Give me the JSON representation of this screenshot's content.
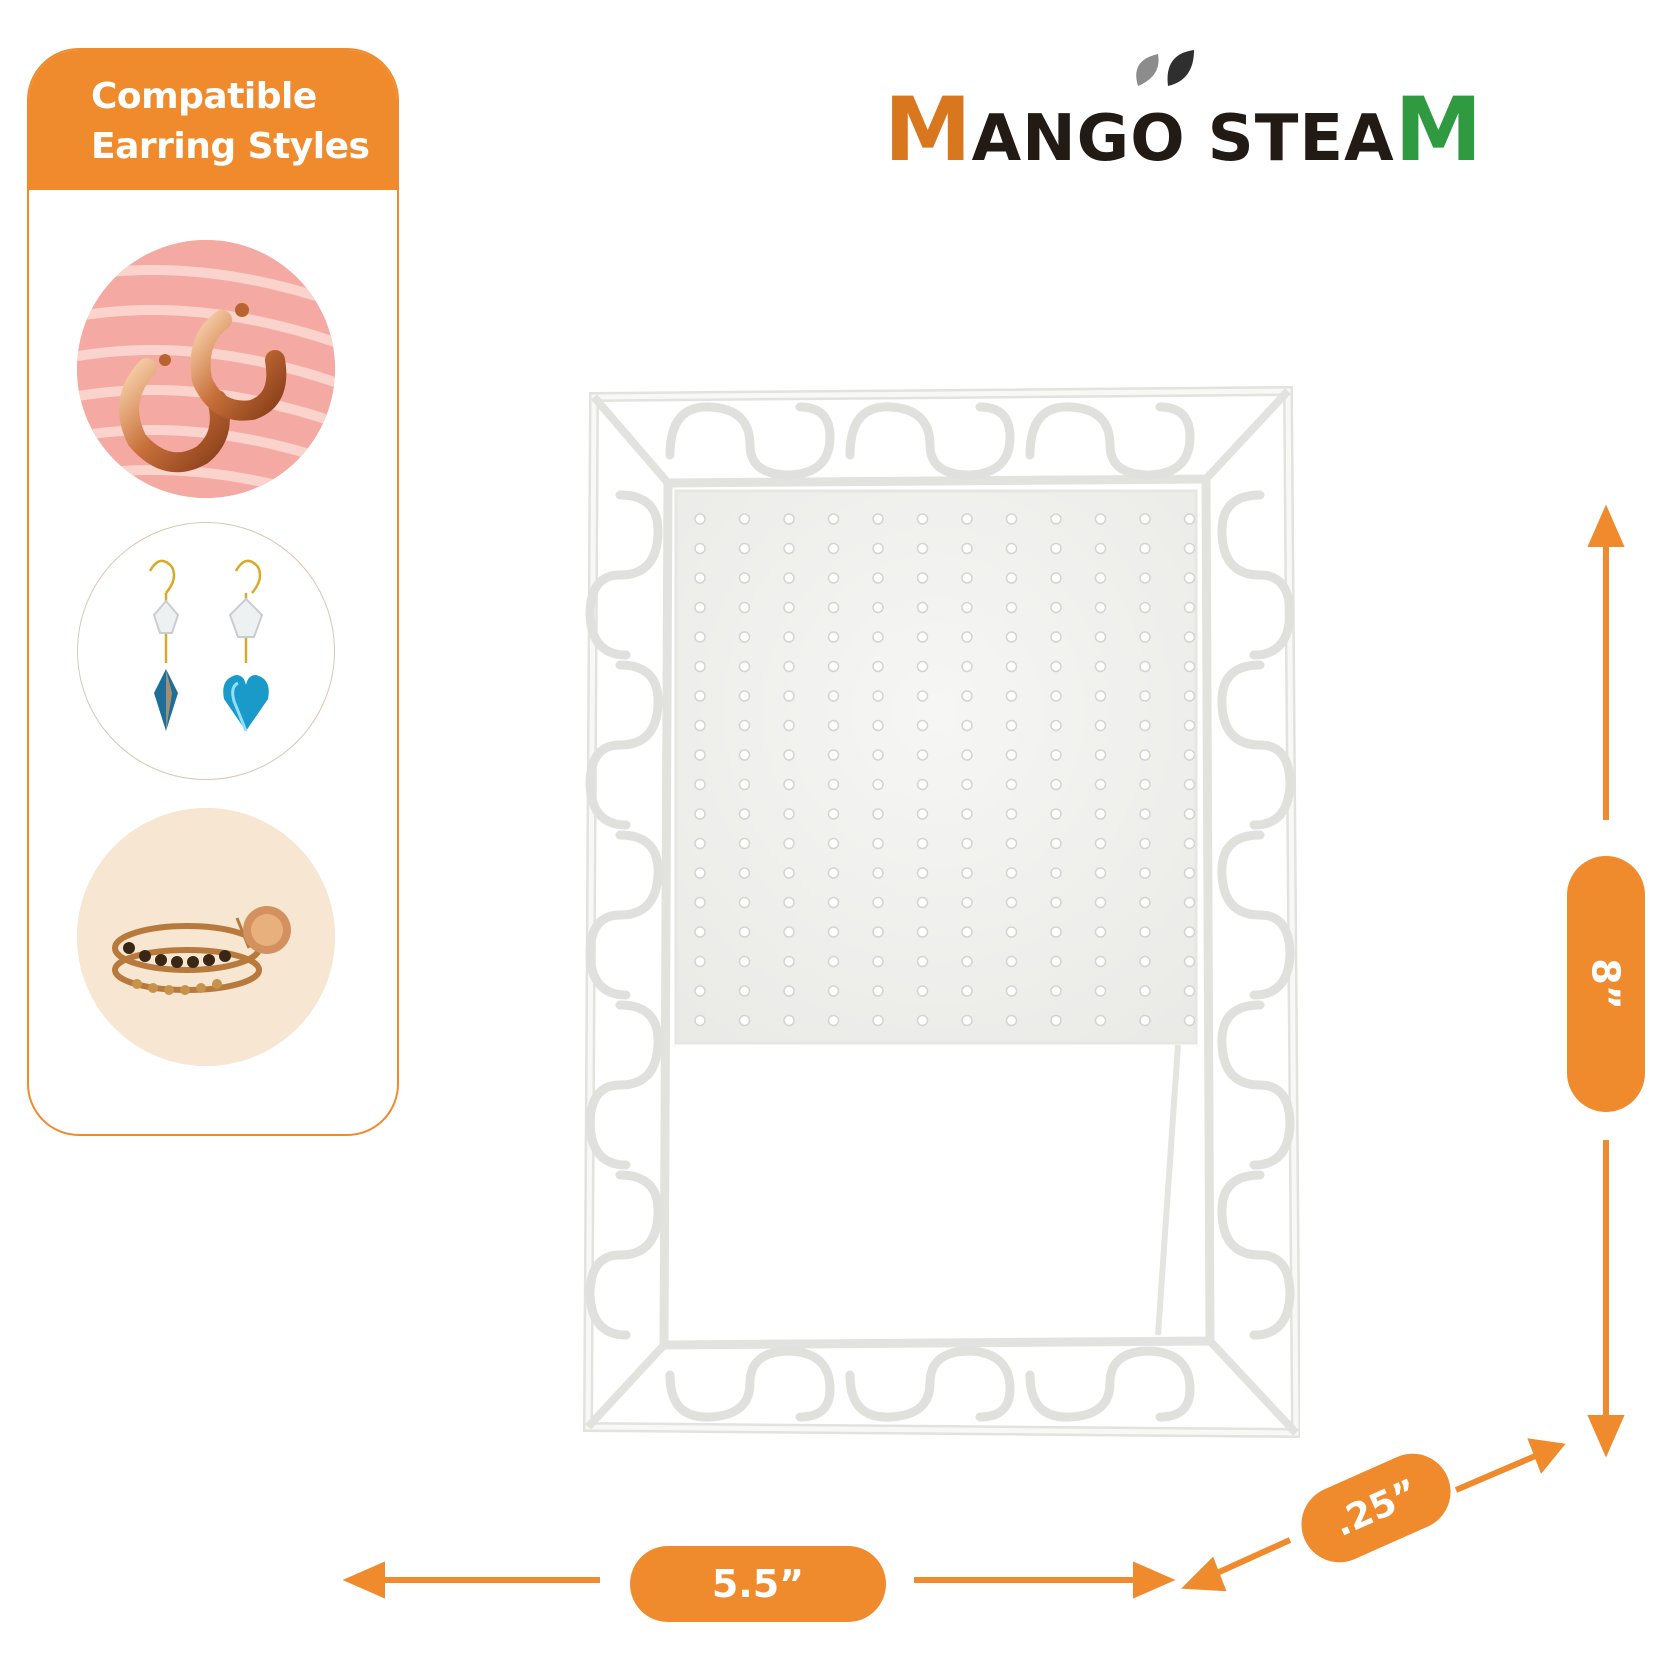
{
  "panel": {
    "header_line1": "Compatible",
    "header_line2": "Earring Styles",
    "items": [
      {
        "icon": "hoop-earrings-photo"
      },
      {
        "icon": "drop-earrings-photo"
      },
      {
        "icon": "ear-cuff-photo"
      }
    ]
  },
  "logo": {
    "part1": "M",
    "part2": "ANGO",
    "part3": "STEA",
    "part4": "M"
  },
  "dimensions": {
    "width": "5.5”",
    "height": "8”",
    "depth": ".25”"
  },
  "colors": {
    "accent": "#ef8b2c",
    "logo_orange": "#d9771f",
    "logo_green": "#2f9a3f",
    "logo_dark": "#221a14"
  }
}
